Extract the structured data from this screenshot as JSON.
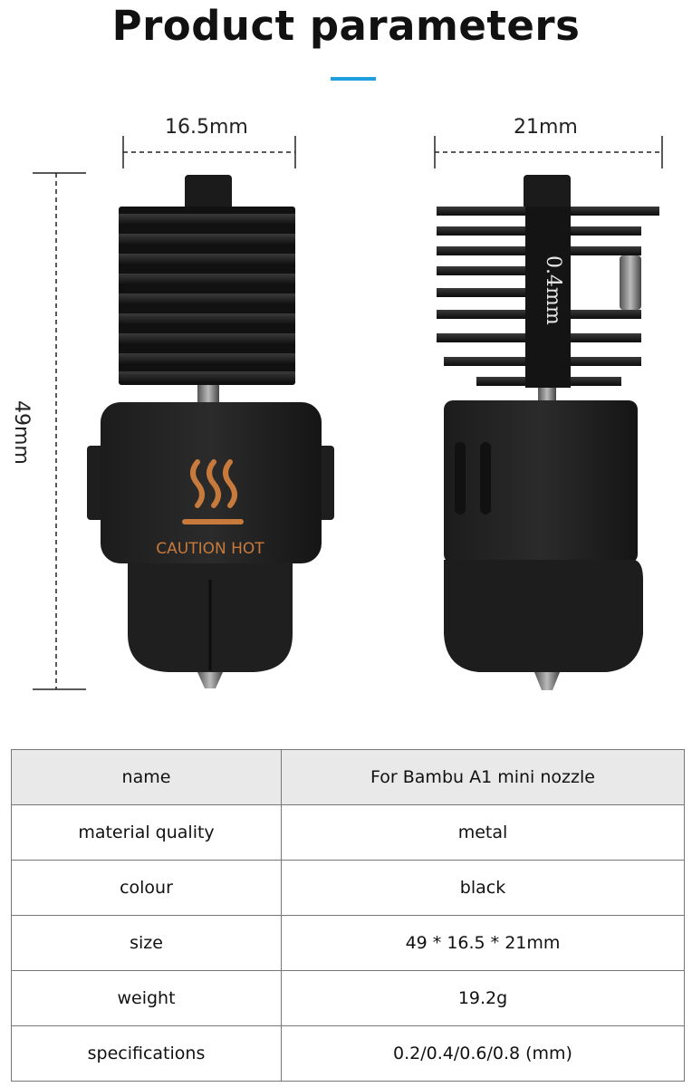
{
  "header": {
    "title": "Product parameters",
    "accent_color": "#1f9fe0"
  },
  "dimensions": {
    "left_width": "16.5mm",
    "right_width": "21mm",
    "height": "49mm"
  },
  "product_views": {
    "front": {
      "warning_text": "CAUTION HOT",
      "warning_color": "#c77a3c"
    },
    "side": {
      "nozzle_mark": "0.4mm"
    }
  },
  "table": {
    "header_bg": "#e9e9e9",
    "rows": [
      {
        "label": "name",
        "value": "For Bambu A1 mini nozzle"
      },
      {
        "label": "material quality",
        "value": "metal"
      },
      {
        "label": "colour",
        "value": "black"
      },
      {
        "label": "size",
        "value": "49 * 16.5 * 21mm"
      },
      {
        "label": "weight",
        "value": "19.2g"
      },
      {
        "label": "specifications",
        "value": "0.2/0.4/0.6/0.8 (mm)"
      }
    ]
  }
}
